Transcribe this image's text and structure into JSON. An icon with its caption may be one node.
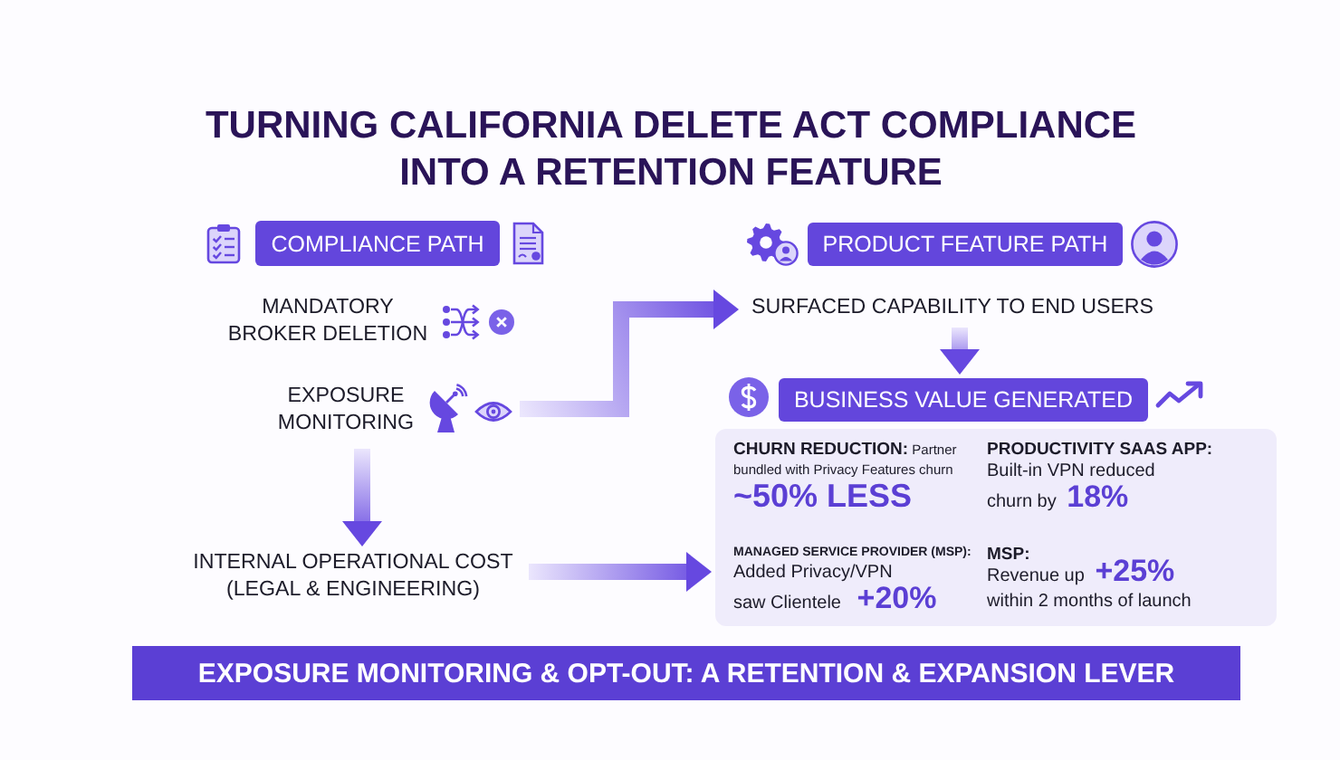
{
  "diagram": {
    "title": "TURNING CALIFORNIA DELETE ACT COMPLIANCE INTO A RETENTION FEATURE",
    "nodes": [
      {
        "text": [
          "COMPLIANCE PATH"
        ]
      },
      {
        "text": [
          "MANDATORY BROKER DELETION"
        ]
      },
      {
        "text": [
          "EXPOSURE MONITORING"
        ]
      },
      {
        "text": [
          "INTERNAL OPERATIONAL COST (LEGAL & ENGINEERING)"
        ]
      },
      {
        "text": [
          "PRODUCT FEATURE PATH"
        ]
      },
      {
        "text": [
          "SURFACED CAPABILITY TO END USERS"
        ]
      },
      {
        "text": [
          "BUSINESS VALUE GENERATED"
        ]
      },
      {
        "text": [
          "**CHURN REDUCTION:** Partner bundled with Privacy Features churn",
          "~50% LESS",
          "PRODUCTIVITY SAAS APP:",
          "Built-in VPN reduced churn by **18%**",
          "MANAGED SERVICE PROVIDER (MSP):",
          "Added Privacy/VPN saw Clientele **+20%**",
          "MSP:",
          "Revenue up **+25%** within 2 months of launch"
        ]
      },
      {
        "text": [
          "EXPOSURE MONITORING & OPT-OUT: A RETENTION & EXPANSION LEVER"
        ]
      }
    ],
    "edges": [
      {
        "from": 2,
        "to": 5,
        "arrow": "to",
        "style": "thick"
      },
      {
        "from": 2,
        "to": 3,
        "arrow": "to",
        "style": "thick"
      },
      {
        "from": 5,
        "to": 6,
        "arrow": "to",
        "style": "thick"
      },
      {
        "from": 3,
        "to": 7,
        "arrow": "to",
        "style": "thick"
      }
    ]
  }
}
